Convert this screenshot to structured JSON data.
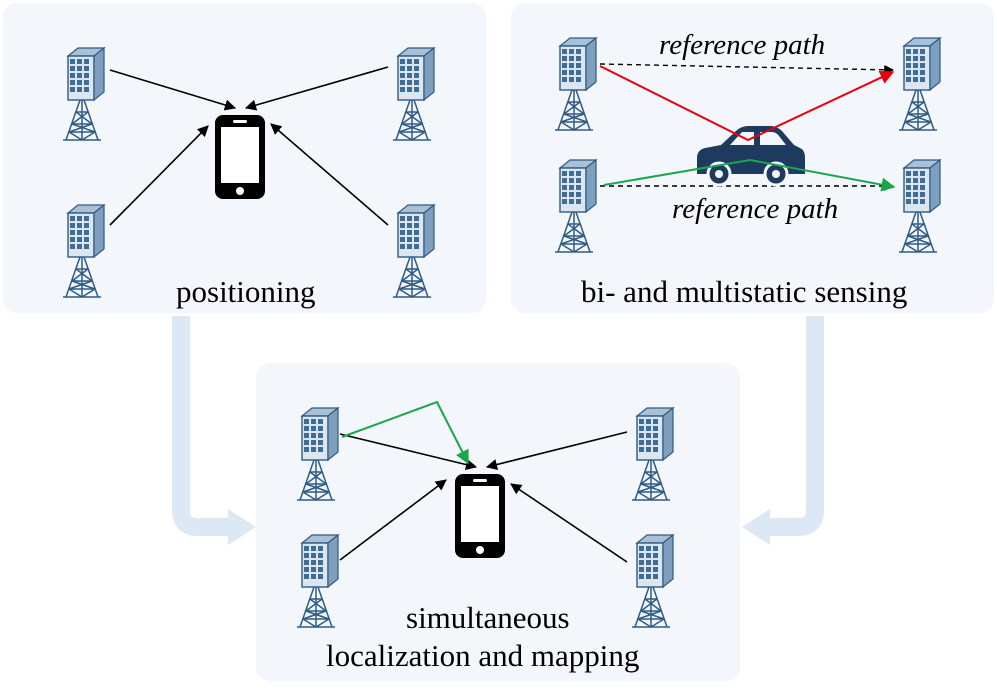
{
  "panels": {
    "positioning": {
      "caption": "positioning"
    },
    "multistatic": {
      "caption": "bi- and multistatic sensing",
      "reference_path_top": "reference path",
      "reference_path_bottom": "reference path"
    },
    "slam": {
      "caption_line1": "simultaneous",
      "caption_line2": "localization and mapping"
    }
  },
  "icons": [
    "base-station-icon",
    "smartphone-icon",
    "car-icon"
  ],
  "colors": {
    "panel_bg": "#f3f6fb",
    "flow_arrow": "#dde8f5",
    "building": "#3f6d96",
    "tower": "#2f5b84",
    "car": "#1f3a5f",
    "red_path": "#e8000b",
    "green_path": "#1aa64a",
    "black_path": "#000000"
  }
}
